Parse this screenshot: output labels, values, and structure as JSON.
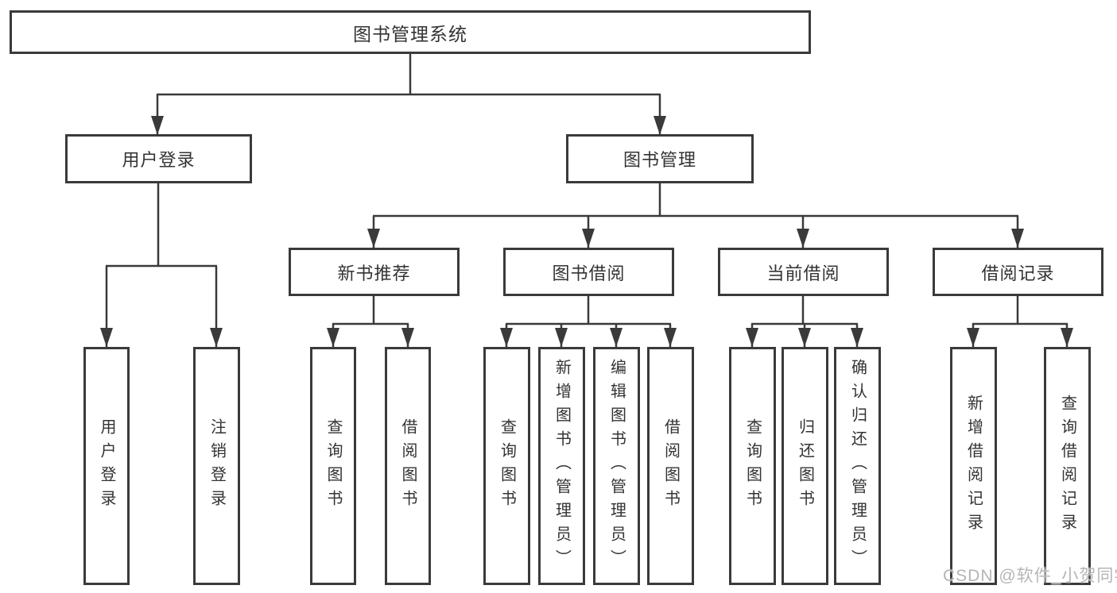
{
  "diagram_title": "图书管理系统",
  "tree": {
    "label": "图书管理系统",
    "children": [
      {
        "label": "用户登录",
        "children": [
          {
            "label": "用户登录"
          },
          {
            "label": "注销登录"
          }
        ]
      },
      {
        "label": "图书管理",
        "children": [
          {
            "label": "新书推荐",
            "children": [
              {
                "label": "查询图书"
              },
              {
                "label": "借阅图书"
              }
            ]
          },
          {
            "label": "图书借阅",
            "children": [
              {
                "label": "查询图书"
              },
              {
                "label": "新增图书（管理员）"
              },
              {
                "label": "编辑图书（管理员）"
              },
              {
                "label": "借阅图书"
              }
            ]
          },
          {
            "label": "当前借阅",
            "children": [
              {
                "label": "查询图书"
              },
              {
                "label": "归还图书"
              },
              {
                "label": "确认归还（管理员）"
              }
            ]
          },
          {
            "label": "借阅记录",
            "children": [
              {
                "label": "新增借阅记录"
              },
              {
                "label": "查询借阅记录"
              }
            ]
          }
        ]
      }
    ]
  },
  "watermark": {
    "text": "CSDN @软件_小贺同学"
  },
  "colors": {
    "line": "#3a3a3a",
    "text": "#333333",
    "background": "#ffffff",
    "watermark": "#b5b5b5"
  }
}
